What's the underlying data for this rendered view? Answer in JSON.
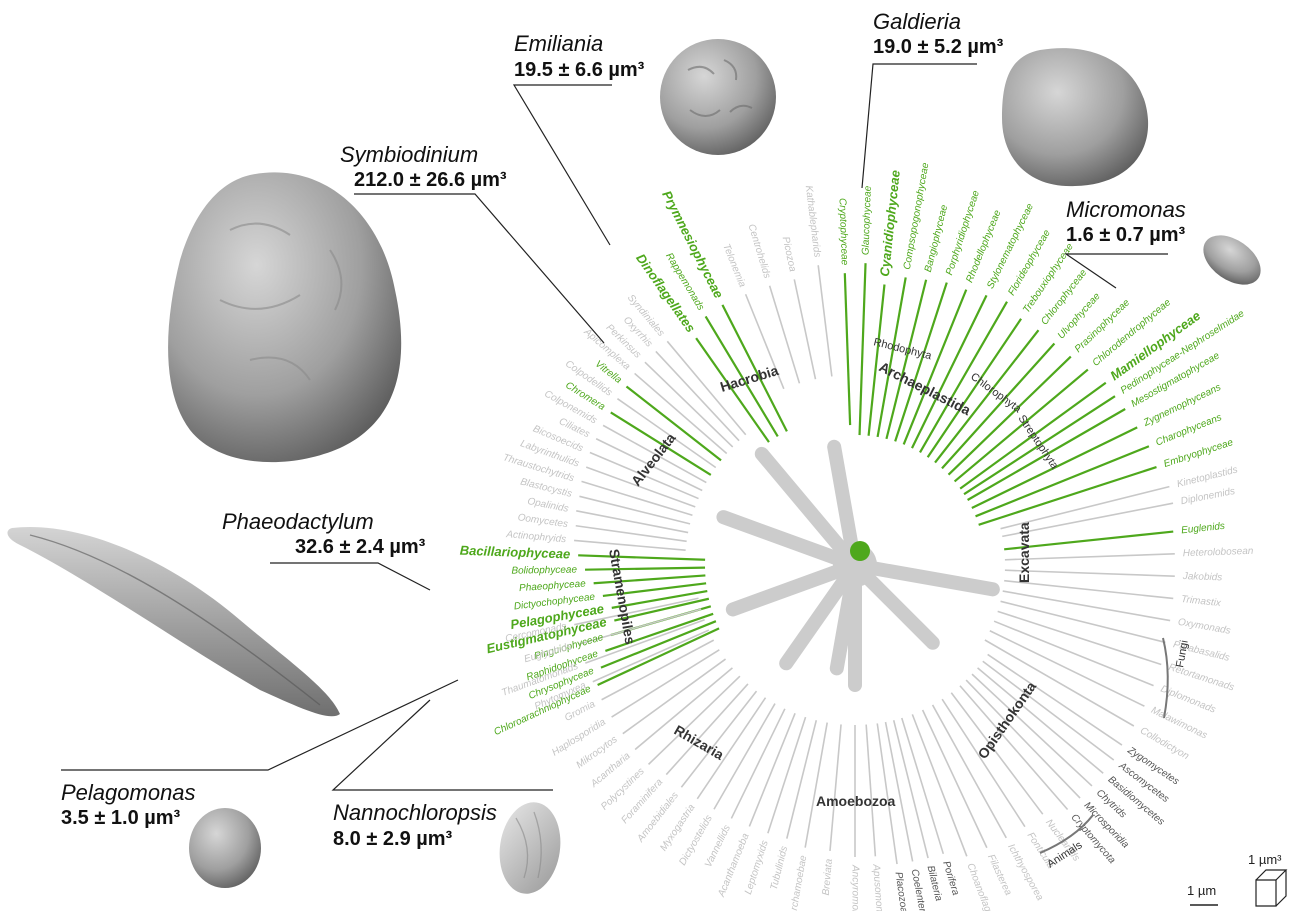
{
  "colors": {
    "sampled": "#4ea81c",
    "unsampled_light": "#c8c8c8",
    "label_grey": "#c4c4c4",
    "label_dark": "#555555",
    "trunk": "#cccccc"
  },
  "organisms": [
    {
      "name": "Symbiodinium",
      "volume": "212.0 ± 26.6 µm³",
      "shape": "blob",
      "label": "symbiodinium"
    },
    {
      "name": "Emiliania",
      "volume": "19.5 ± 6.6 µm³",
      "shape": "sphere",
      "label": "emiliania"
    },
    {
      "name": "Galdieria",
      "volume": "19.0 ± 5.2 µm³",
      "shape": "sphere",
      "label": "galdieria"
    },
    {
      "name": "Micromonas",
      "volume": "1.6 ± 0.7 µm³",
      "shape": "small",
      "label": "micromonas"
    },
    {
      "name": "Phaeodactylum",
      "volume": "32.6 ± 2.4 µm³",
      "shape": "spindle",
      "label": "phaeodactylum"
    },
    {
      "name": "Pelagomonas",
      "volume": "3.5 ± 1.0 µm³",
      "shape": "sphere",
      "label": "pelagomonas"
    },
    {
      "name": "Nannochloropsis",
      "volume": "8.0 ± 2.9 µm³",
      "shape": "oval",
      "label": "nannochloropsis"
    }
  ],
  "clades": [
    {
      "name": "Hacrobia"
    },
    {
      "name": "Archaeplastida"
    },
    {
      "name": "Alveolata"
    },
    {
      "name": "Stramenopiles"
    },
    {
      "name": "Excavata"
    },
    {
      "name": "Rhizaria"
    },
    {
      "name": "Amoebozoa"
    },
    {
      "name": "Opisthokonta"
    }
  ],
  "subclades": [
    {
      "name": "Rhodophyta"
    },
    {
      "name": "Chlorophyta"
    },
    {
      "name": "Streptophyta"
    }
  ],
  "groups": [
    {
      "name": "Fungi"
    },
    {
      "name": "Animals"
    }
  ],
  "taxa": [
    {
      "name": "Chloroarachniophyceae",
      "style": "green"
    },
    {
      "name": "Chrysophyceae",
      "style": "green"
    },
    {
      "name": "Raphidophyceae",
      "style": "green"
    },
    {
      "name": "Pinguiophyceae",
      "style": "green"
    },
    {
      "name": "Eustigmatophyceae",
      "style": "greenbold"
    },
    {
      "name": "Pelagophyceae",
      "style": "greenbold"
    },
    {
      "name": "Dictyochophyceae",
      "style": "green"
    },
    {
      "name": "Phaeophyceae",
      "style": "green"
    },
    {
      "name": "Bolidophyceae",
      "style": "green"
    },
    {
      "name": "Bacillariophyceae",
      "style": "greenbold"
    },
    {
      "name": "Actinophryids",
      "style": "grey"
    },
    {
      "name": "Oomycetes",
      "style": "grey"
    },
    {
      "name": "Opalinids",
      "style": "grey"
    },
    {
      "name": "Blastocystis",
      "style": "grey"
    },
    {
      "name": "Thraustochytrids",
      "style": "grey"
    },
    {
      "name": "Labyrinthulids",
      "style": "grey"
    },
    {
      "name": "Bicosoecids",
      "style": "grey"
    },
    {
      "name": "Ciliates",
      "style": "grey"
    },
    {
      "name": "Colponemids",
      "style": "grey"
    },
    {
      "name": "Chromera",
      "style": "green"
    },
    {
      "name": "Colpodellids",
      "style": "grey"
    },
    {
      "name": "Vitrella",
      "style": "green"
    },
    {
      "name": "Apicomplexa",
      "style": "grey"
    },
    {
      "name": "Perkinsus",
      "style": "grey"
    },
    {
      "name": "Oxyrrhis",
      "style": "grey"
    },
    {
      "name": "Syndiniales",
      "style": "grey"
    },
    {
      "name": "Dinoflagellates",
      "style": "greenbold"
    },
    {
      "name": "Rappemonads",
      "style": "green"
    },
    {
      "name": "Prymnesiophyceae",
      "style": "greenbold"
    },
    {
      "name": "Telonemia",
      "style": "grey"
    },
    {
      "name": "Centrohelids",
      "style": "grey"
    },
    {
      "name": "Picozoa",
      "style": "grey"
    },
    {
      "name": "Kathablepharids",
      "style": "grey"
    },
    {
      "name": "Cryptophyceae",
      "style": "green"
    },
    {
      "name": "Glaucophyceae",
      "style": "green"
    },
    {
      "name": "Cyanidiophyceae",
      "style": "greenbold"
    },
    {
      "name": "Compsopogonophyceae",
      "style": "green"
    },
    {
      "name": "Bangiophyceae",
      "style": "green"
    },
    {
      "name": "Porphyridiophyceae",
      "style": "green"
    },
    {
      "name": "Rhodellophyceae",
      "style": "green"
    },
    {
      "name": "Stylonematophyceae",
      "style": "green"
    },
    {
      "name": "Florideophyceae",
      "style": "green"
    },
    {
      "name": "Trebouxiophyceae",
      "style": "green"
    },
    {
      "name": "Chlorophyceae",
      "style": "green"
    },
    {
      "name": "Ulvophyceae",
      "style": "green"
    },
    {
      "name": "Prasinophyceae",
      "style": "green"
    },
    {
      "name": "Chlorodendrophyceae",
      "style": "green"
    },
    {
      "name": "Mamiellophyceae",
      "style": "greenbold"
    },
    {
      "name": "Pedinophyceae-Nephroselmidae",
      "style": "green"
    },
    {
      "name": "Mesostigmatophyceae",
      "style": "green"
    },
    {
      "name": "Zygnemophyceans",
      "style": "green"
    },
    {
      "name": "Charophyceans",
      "style": "green"
    },
    {
      "name": "Embryophyceae",
      "style": "green"
    },
    {
      "name": "Kinetoplastids",
      "style": "grey"
    },
    {
      "name": "Diplonemids",
      "style": "grey"
    },
    {
      "name": "Euglenids",
      "style": "green"
    },
    {
      "name": "Heterolobosean",
      "style": "grey"
    },
    {
      "name": "Jakobids",
      "style": "grey"
    },
    {
      "name": "Trimastix",
      "style": "grey"
    },
    {
      "name": "Oxymonads",
      "style": "grey"
    },
    {
      "name": "Parabasalids",
      "style": "grey"
    },
    {
      "name": "Retortamonads",
      "style": "grey"
    },
    {
      "name": "Diplomonads",
      "style": "grey"
    },
    {
      "name": "Malawimonas",
      "style": "grey"
    },
    {
      "name": "Collodictyon",
      "style": "grey"
    },
    {
      "name": "Zygomycetes",
      "style": "dark"
    },
    {
      "name": "Ascomycetes",
      "style": "dark"
    },
    {
      "name": "Basidiomycetes",
      "style": "dark"
    },
    {
      "name": "Chytrids",
      "style": "dark"
    },
    {
      "name": "Microsporidia",
      "style": "dark"
    },
    {
      "name": "Cryptomycota",
      "style": "dark"
    },
    {
      "name": "Nucleariids",
      "style": "grey"
    },
    {
      "name": "Fonticula",
      "style": "grey"
    },
    {
      "name": "Ichthyosporea",
      "style": "grey"
    },
    {
      "name": "Filasterea",
      "style": "grey"
    },
    {
      "name": "Choanoflagellates",
      "style": "grey"
    },
    {
      "name": "Porifera",
      "style": "dark"
    },
    {
      "name": "Bilateria",
      "style": "dark"
    },
    {
      "name": "Coelenterata",
      "style": "dark"
    },
    {
      "name": "Placozoa",
      "style": "dark"
    },
    {
      "name": "Apusomonads",
      "style": "grey"
    },
    {
      "name": "Ancyromonads",
      "style": "grey"
    },
    {
      "name": "Breviata",
      "style": "grey"
    },
    {
      "name": "Archamoebae",
      "style": "grey"
    },
    {
      "name": "Tubulinids",
      "style": "grey"
    },
    {
      "name": "Leptomyxids",
      "style": "grey"
    },
    {
      "name": "Acanthamoeba",
      "style": "grey"
    },
    {
      "name": "Vannellids",
      "style": "grey"
    },
    {
      "name": "Dictyostelids",
      "style": "grey"
    },
    {
      "name": "Myxogastria",
      "style": "grey"
    },
    {
      "name": "Amoebidiales",
      "style": "grey"
    },
    {
      "name": "Foraminifera",
      "style": "grey"
    },
    {
      "name": "Polycystines",
      "style": "grey"
    },
    {
      "name": "Acantharia",
      "style": "grey"
    },
    {
      "name": "Mikrocytos",
      "style": "grey"
    },
    {
      "name": "Haplosporidia",
      "style": "grey"
    },
    {
      "name": "Gromia",
      "style": "grey"
    },
    {
      "name": "Phytomyxea",
      "style": "grey"
    },
    {
      "name": "Thaumatomonads",
      "style": "grey"
    },
    {
      "name": "Euglyphids",
      "style": "grey"
    },
    {
      "name": "Cercomonads",
      "style": "grey"
    },
    {
      "name": "Phaeodaria",
      "style": "grey"
    }
  ],
  "scale": {
    "length": "1 µm",
    "volume": "1 µm³"
  }
}
